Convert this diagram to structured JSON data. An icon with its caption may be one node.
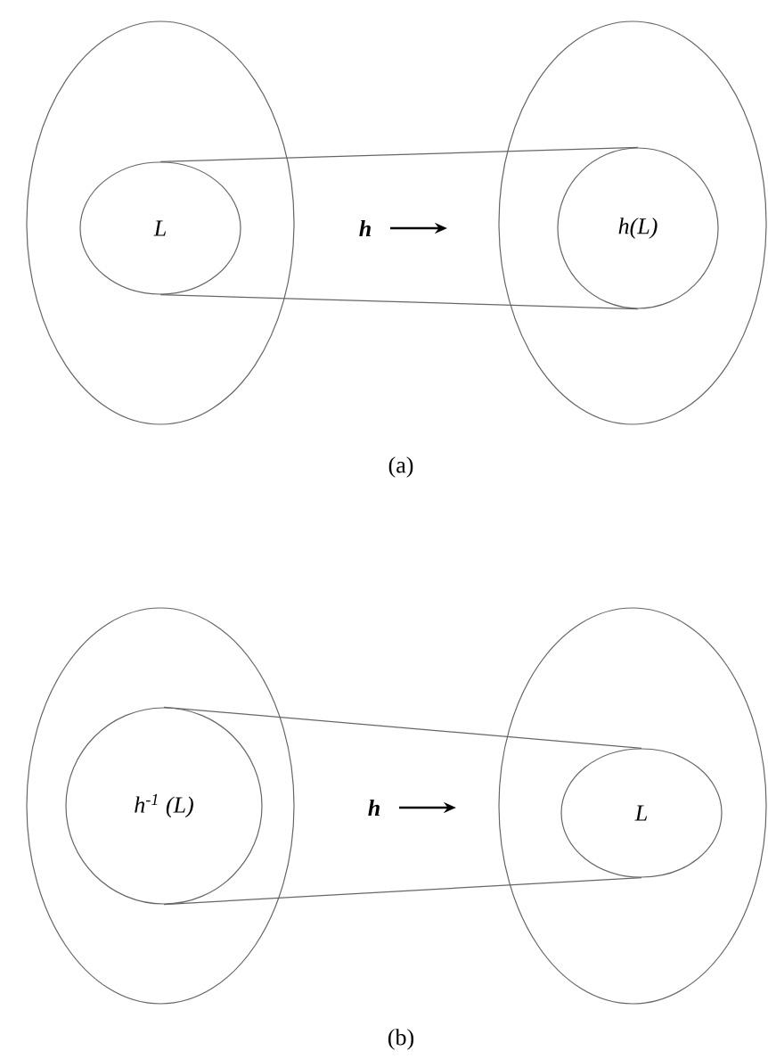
{
  "diagram": {
    "nodes": [
      {
        "text": [],
        "shape": "circle"
      },
      {
        "text": [
          "L"
        ],
        "in": 0
      },
      {
        "text": [],
        "shape": "circle"
      },
      {
        "text": [
          "h(L)"
        ],
        "in": 2
      },
      {
        "text": [],
        "shape": "circle"
      },
      {
        "text": [
          "h$^{-1}$ (L)"
        ],
        "in": 4
      },
      {
        "text": [],
        "shape": "circle"
      },
      {
        "text": [
          "L"
        ],
        "in": 6
      }
    ],
    "edges": [
      {
        "from": 1,
        "to": 3,
        "arrow": "none"
      },
      {
        "from": 1,
        "to": 3,
        "arrow": "none"
      },
      {
        "from": 5,
        "to": 7,
        "arrow": "none"
      },
      {
        "from": 5,
        "to": 7,
        "arrow": "none"
      }
    ],
    "labels": [
      "h",
      "(a)",
      "h",
      "(b)"
    ]
  }
}
